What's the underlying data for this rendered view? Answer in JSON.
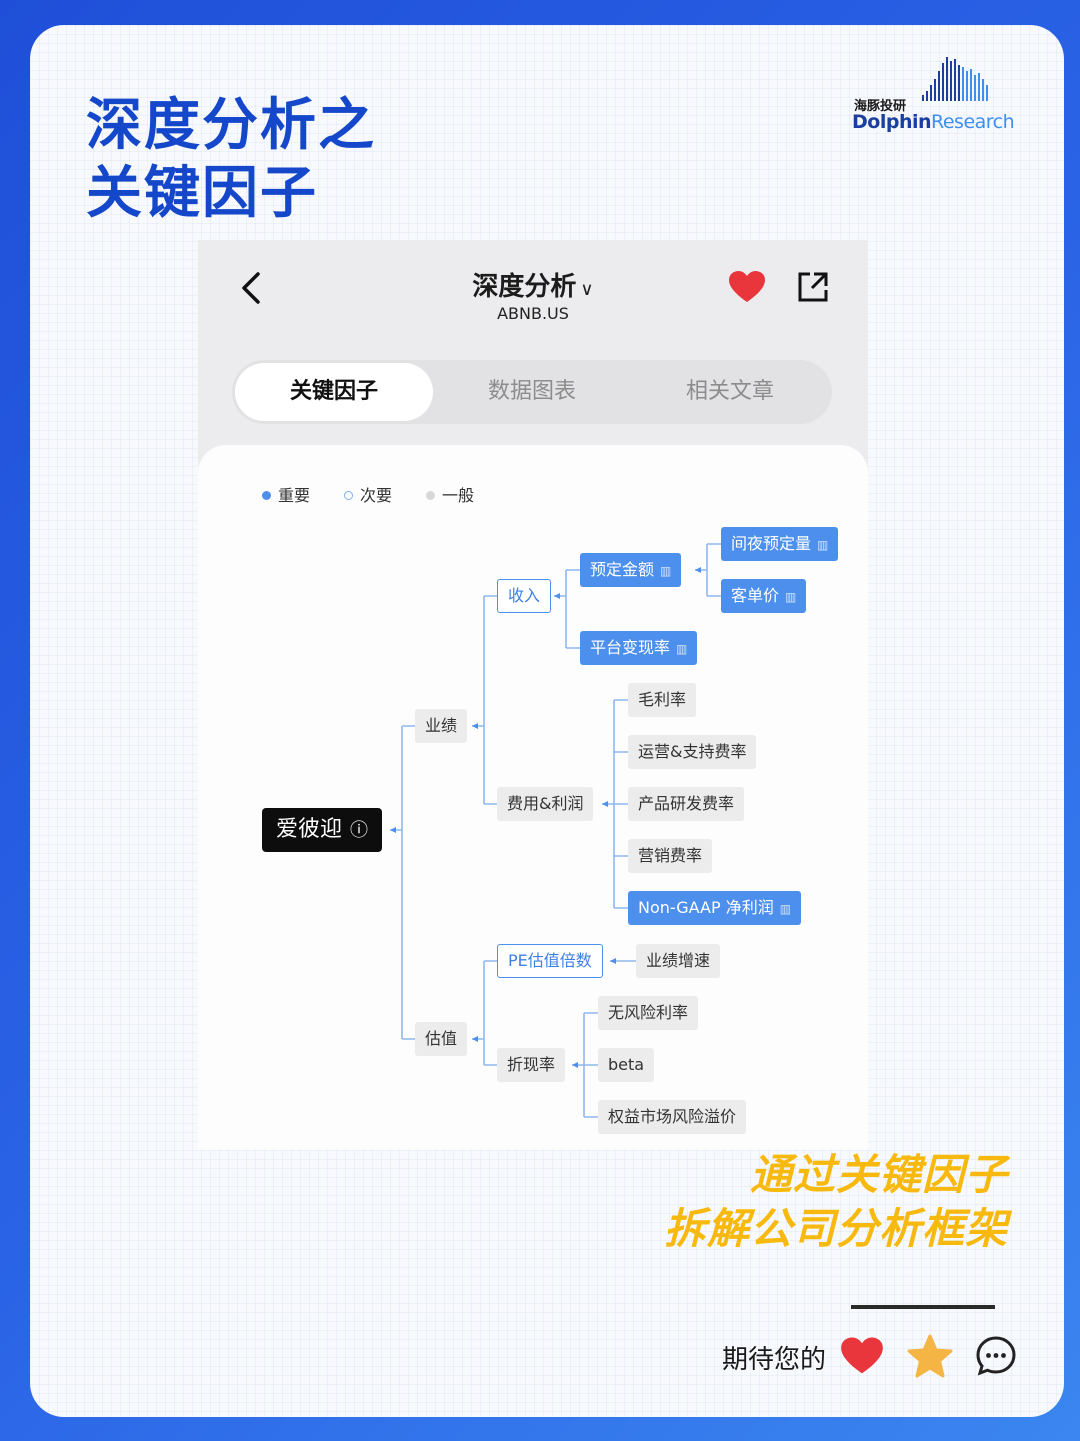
{
  "headline": [
    "深度分析之",
    "关键因子"
  ],
  "brand": {
    "cn": "海豚投研",
    "en_bold": "Dolphin",
    "en_light": "Research"
  },
  "app": {
    "title": "深度分析",
    "subtitle": "ABNB.US",
    "tabs": [
      "关键因子",
      "数据图表",
      "相关文章"
    ],
    "active_tab": "关键因子"
  },
  "legend": [
    {
      "label": "重要",
      "color": "#4d8fec"
    },
    {
      "label": "次要",
      "color": "#9cc3f3"
    },
    {
      "label": "一般",
      "color": "#d5d5d5"
    }
  ],
  "mindmap": {
    "root": "爱彼迎",
    "yeji": "业绩",
    "shouru": "收入",
    "yuding": "预定金额",
    "jianye": "间夜预定量",
    "kedanjia": "客单价",
    "pingtai": "平台变现率",
    "feiyong": "费用&利润",
    "maolilv": "毛利率",
    "yunying": "运营&支持费率",
    "chanpin": "产品研发费率",
    "yingxiao": "营销费率",
    "nongaap": "Non-GAAP 净利润",
    "guzhi": "估值",
    "pe": "PE估值倍数",
    "zengsu": "业绩增速",
    "zhexian": "折现率",
    "wufengxian": "无风险利率",
    "beta": "beta",
    "quanyi": "权益市场风险溢价"
  },
  "slogan": [
    "通过关键因子",
    "拆解公司分析框架"
  ],
  "cta": "期待您的",
  "colors": {
    "accent": "#1447c9",
    "node_blue": "#4d8fec",
    "slogan": "#f8b90f",
    "heart": "#e8363c",
    "star": "#f4b545"
  }
}
